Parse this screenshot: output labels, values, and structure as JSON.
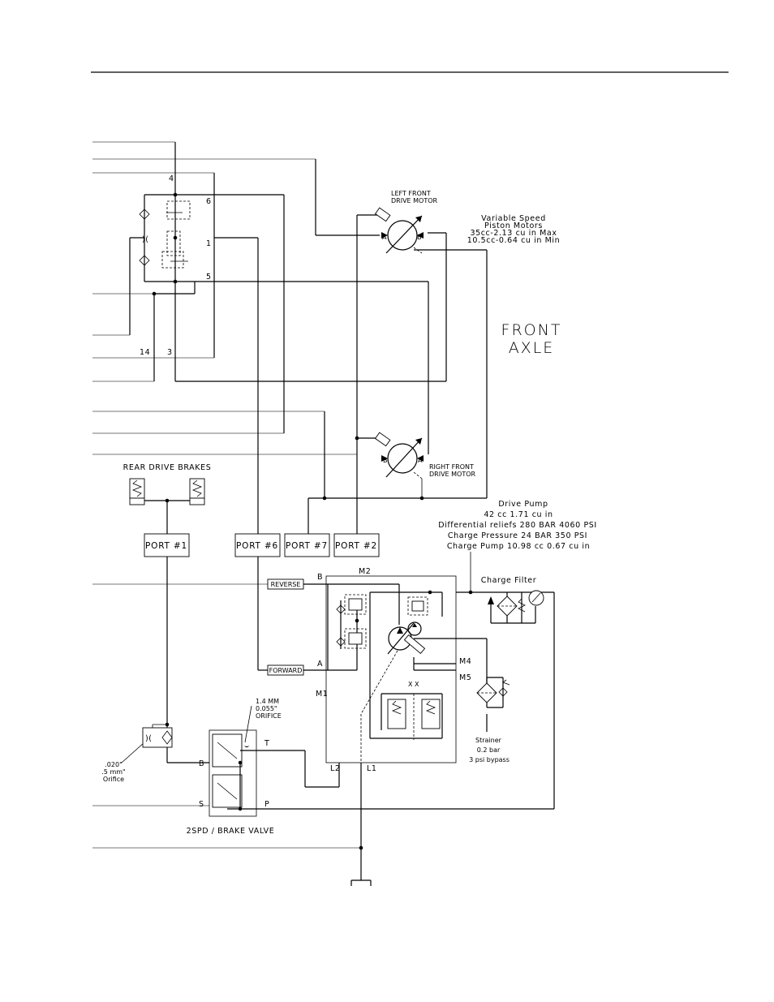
{
  "valve_block": {
    "ports": [
      "4",
      "6",
      "1",
      "5",
      "14",
      "3"
    ]
  },
  "motors": {
    "left": {
      "line1": "LEFT FRONT",
      "line2": "DRIVE MOTOR",
      "port_a": "A",
      "port_b": "B"
    },
    "right": {
      "line1": "RIGHT FRONT",
      "line2": "DRIVE MOTOR",
      "port_a": "A",
      "port_b": "B"
    },
    "spec": [
      "Variable Speed",
      "Piston Motors",
      "35cc-2.13 cu in  Max",
      "10.5cc-0.64 cu in Min"
    ]
  },
  "axle": {
    "line1": "FRONT",
    "line2": "AXLE"
  },
  "brakes": {
    "label": "REAR DRIVE BRAKES"
  },
  "ports": [
    "PORT #1",
    "PORT #6",
    "PORT #7",
    "PORT #2"
  ],
  "pump": {
    "spec": [
      "Drive Pump",
      "42 cc 1.71 cu in",
      "Differential reliefs 280 BAR 4060 PSI",
      "Charge Pressure 24 BAR 350 PSI",
      "Charge Pump 10.98 cc 0.67 cu in"
    ],
    "reverse": "REVERSE",
    "forward": "FORWARD",
    "ports": {
      "b": "B",
      "a": "A",
      "m1": "M1",
      "m2": "M2",
      "m4": "M4",
      "m5": "M5",
      "l1": "L1",
      "l2": "L2"
    }
  },
  "charge_filter": {
    "label": "Charge Filter"
  },
  "strainer": {
    "line1": "Strainer",
    "line2": "0.2 bar",
    "line3": "3 psi bypass"
  },
  "orifice_big": {
    "line1": ".020\"",
    "line2": ".5 mm\"",
    "line3": "Orifice"
  },
  "orifice_small": {
    "line1": "1.4 MM",
    "line2": "0.055\"",
    "line3": "ORIFICE"
  },
  "brake_valve": {
    "label": "2SPD / BRAKE VALVE",
    "port_t": "T",
    "port_b": "B",
    "port_s": "S",
    "port_p": "P"
  }
}
